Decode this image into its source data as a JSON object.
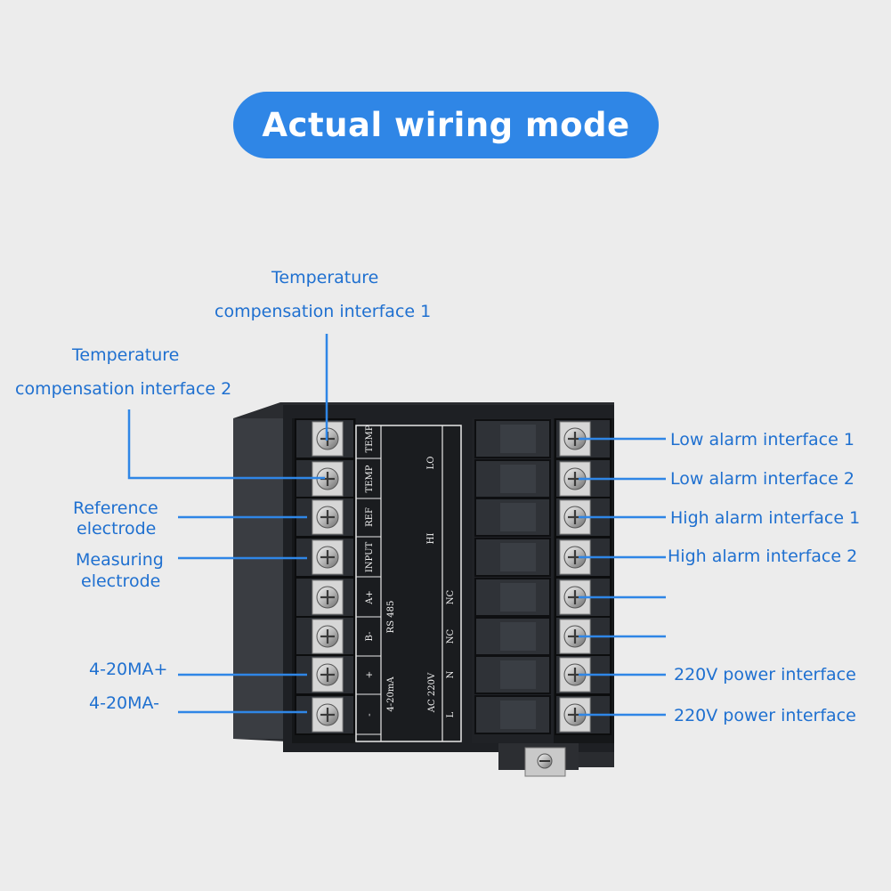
{
  "title": "Actual wiring mode",
  "labels": {
    "temp1_line1": "Temperature",
    "temp1_line2": "compensation interface 1",
    "temp2_line1": "Temperature",
    "temp2_line2": "compensation interface 2",
    "ref_line1": "Reference",
    "ref_line2": "electrode",
    "meas_line1": "Measuring",
    "meas_line2": "electrode",
    "ma_plus": "4-20MA+",
    "ma_minus": "4-20MA-",
    "low1": "Low alarm interface 1",
    "low2": "Low alarm interface 2",
    "high1": "High alarm interface 1",
    "high2": "High alarm interface 2",
    "power1": "220V power interface",
    "power2": "220V power interface"
  },
  "device": {
    "left_terminals": [
      "TEMP",
      "TEMP",
      "REF",
      "INPUT",
      "A+",
      "B-",
      "+",
      "-"
    ],
    "left_groups": [
      "RS 485",
      "4-20mA"
    ],
    "right_terminals": [
      "LO",
      "HI",
      "NC",
      "NC",
      "N",
      "L"
    ],
    "power_group": "AC 220V"
  },
  "colors": {
    "accent": "#2f86e6",
    "label": "#1f70d0",
    "background": "#ececec"
  }
}
